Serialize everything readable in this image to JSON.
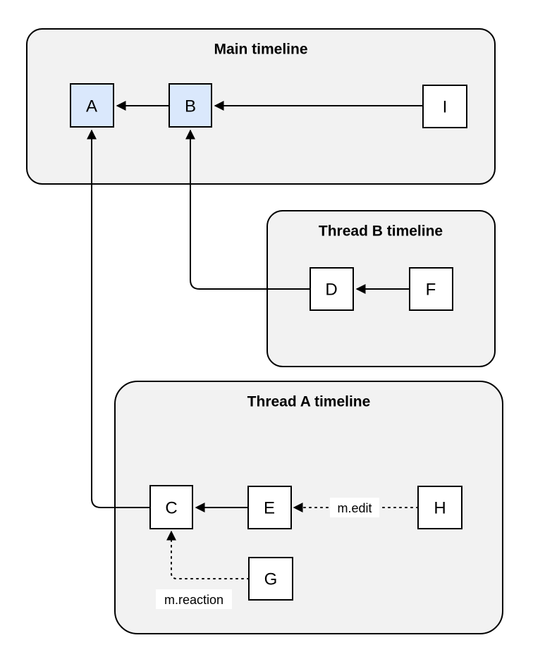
{
  "diagram": {
    "type": "event-graph-timelines",
    "containers": {
      "main": {
        "title": "Main timeline"
      },
      "thread_b": {
        "title": "Thread B timeline"
      },
      "thread_a": {
        "title": "Thread A timeline"
      }
    },
    "nodes": {
      "A": {
        "label": "A",
        "fill": "#dae8fc",
        "container": "main"
      },
      "B": {
        "label": "B",
        "fill": "#dae8fc",
        "container": "main"
      },
      "I": {
        "label": "I",
        "fill": "#ffffff",
        "container": "main"
      },
      "D": {
        "label": "D",
        "fill": "#ffffff",
        "container": "thread_b"
      },
      "F": {
        "label": "F",
        "fill": "#ffffff",
        "container": "thread_b"
      },
      "C": {
        "label": "C",
        "fill": "#ffffff",
        "container": "thread_a"
      },
      "E": {
        "label": "E",
        "fill": "#ffffff",
        "container": "thread_a"
      },
      "H": {
        "label": "H",
        "fill": "#ffffff",
        "container": "thread_a"
      },
      "G": {
        "label": "G",
        "fill": "#ffffff",
        "container": "thread_a"
      }
    },
    "edges": [
      {
        "from": "B",
        "to": "A",
        "style": "solid",
        "label": ""
      },
      {
        "from": "I",
        "to": "B",
        "style": "solid",
        "label": ""
      },
      {
        "from": "F",
        "to": "D",
        "style": "solid",
        "label": ""
      },
      {
        "from": "D",
        "to": "B",
        "style": "solid",
        "label": ""
      },
      {
        "from": "E",
        "to": "C",
        "style": "solid",
        "label": ""
      },
      {
        "from": "C",
        "to": "A",
        "style": "solid",
        "label": ""
      },
      {
        "from": "H",
        "to": "E",
        "style": "dotted",
        "label": "m.edit"
      },
      {
        "from": "G",
        "to": "C",
        "style": "dotted",
        "label": "m.reaction"
      }
    ],
    "colors": {
      "container_fill": "#f2f2f2",
      "highlight_node_fill": "#dae8fc",
      "node_fill": "#ffffff",
      "stroke": "#000000"
    }
  }
}
